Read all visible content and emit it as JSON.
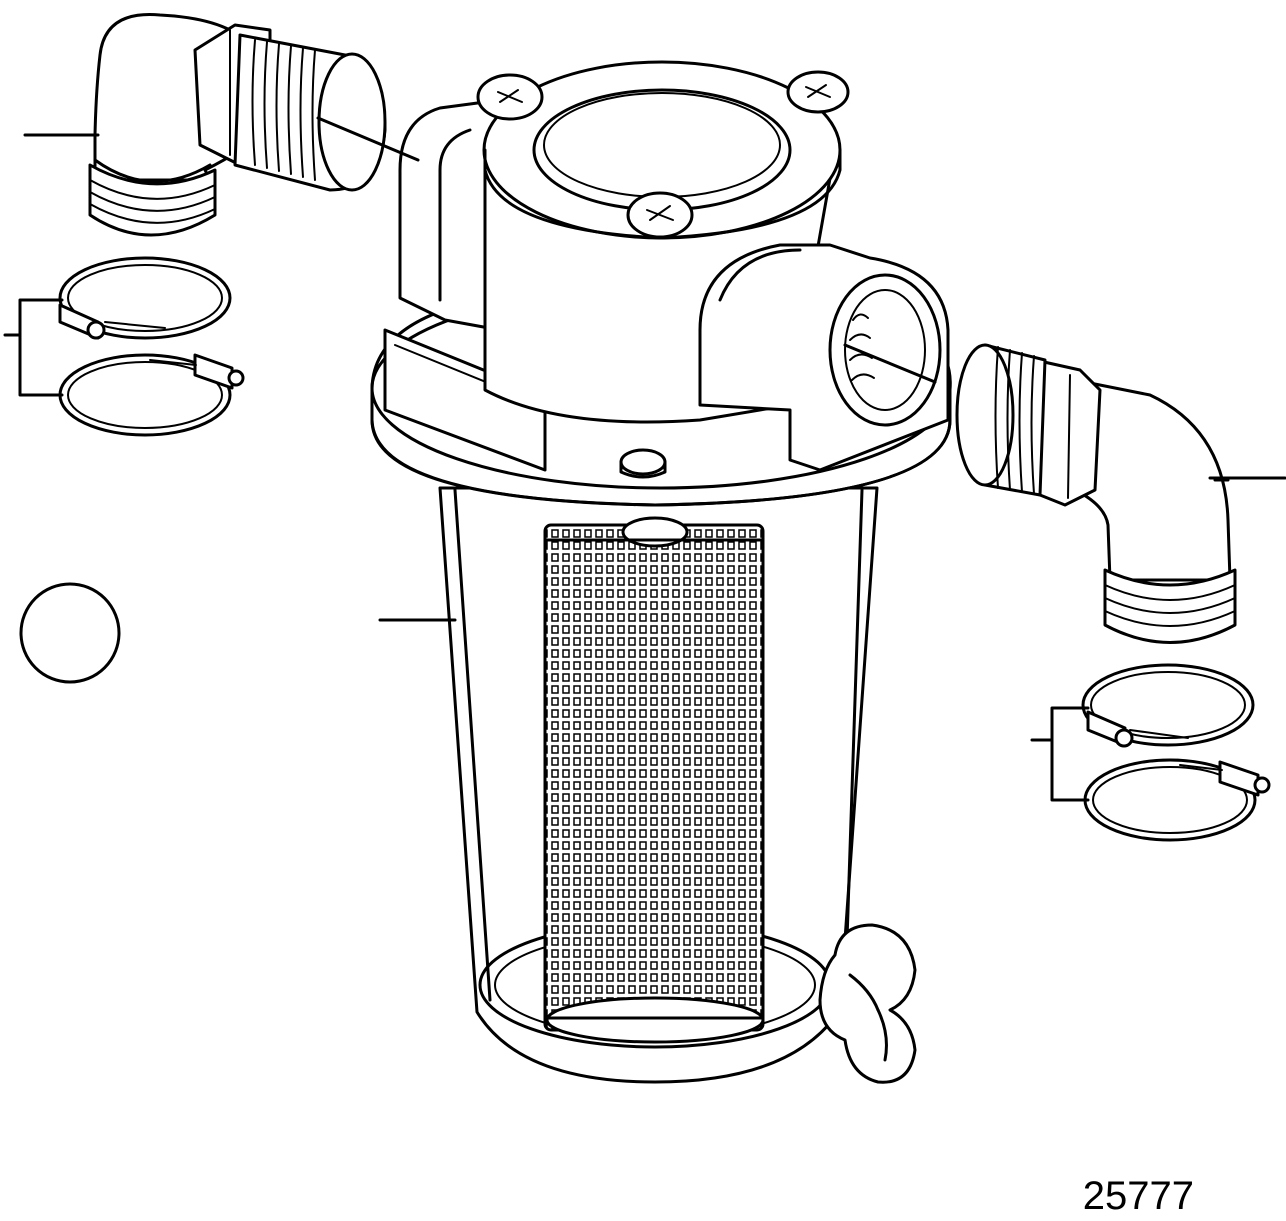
{
  "figure": {
    "reference_number": "25777",
    "stroke_color": "#000000",
    "background_color": "#ffffff"
  },
  "screen": {
    "holes_per_row": 19,
    "hole_rows": 41
  }
}
